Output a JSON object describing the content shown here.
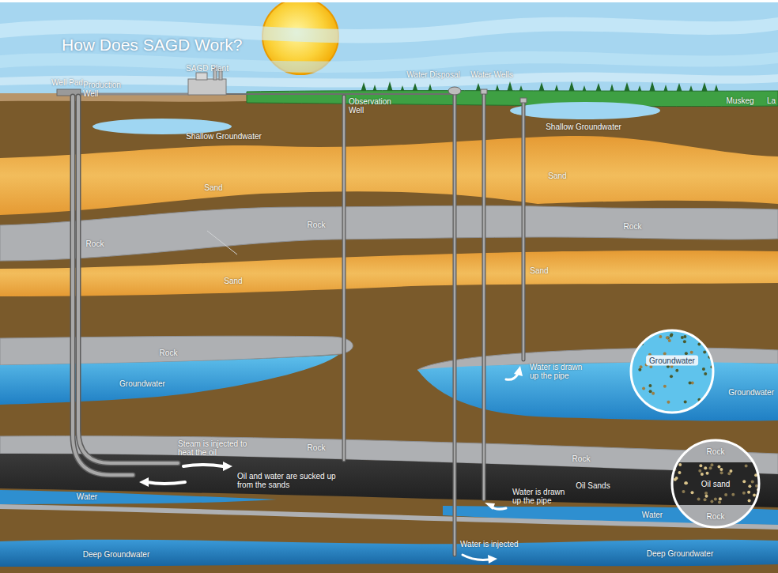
{
  "diagram": {
    "title": "How Does SAGD Work?",
    "nodes": [
      {
        "text": [
          "Groundwater"
        ]
      },
      {
        "text": [
          "Rock",
          "Oil sand",
          "Rock"
        ]
      }
    ],
    "labels": [
      "Well Pad",
      "Production Well",
      "SAGD Plant",
      "Observation Well",
      "Water Disposal",
      "Water Wells",
      "Muskeg",
      "La",
      "Shallow Groundwater",
      "Shallow Groundwater",
      "Sand",
      "Sand",
      "Rock",
      "Rock",
      "Rock",
      "Sand",
      "Sand",
      "Rock",
      "Groundwater",
      "Water is drawn up the pipe",
      "Groundwater",
      "Steam is injected to heat the oil",
      "Rock",
      "Oil and water are sucked up from the sands",
      "Rock",
      "Oil Sands",
      "Water is drawn up the pipe",
      "Water",
      "Water",
      "Water is injected",
      "Deep Groundwater",
      "Deep Groundwater"
    ]
  }
}
